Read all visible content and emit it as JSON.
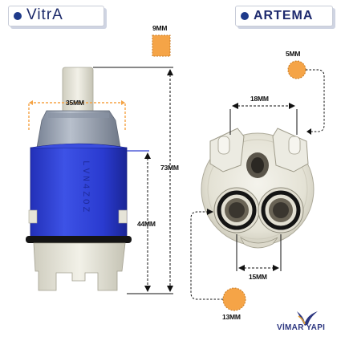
{
  "brands": {
    "left": "VitrA",
    "right": "ARTEMA",
    "watermark": "VİMAR YAPI"
  },
  "dimensions": {
    "top_square": "9MM",
    "width_top": "35MM",
    "total_height": "73MM",
    "lower_height": "44MM",
    "hole_spacing_top": "18MM",
    "hole_spacing_bottom": "15MM",
    "small_circle": "5MM",
    "large_circle": "13MM"
  },
  "cartridge_side_text": "LVN4ZOZ",
  "colors": {
    "brand_blue": "#1e3a8a",
    "cartridge_blue": "#2f3fd0",
    "cartridge_gray": "#9aa4b4",
    "plastic_white": "#e8e6dc",
    "dim_orange": "#f5a447",
    "dim_line": "#111111"
  },
  "icons": [
    "vimar-bird-icon",
    "brand-dot-icon"
  ]
}
